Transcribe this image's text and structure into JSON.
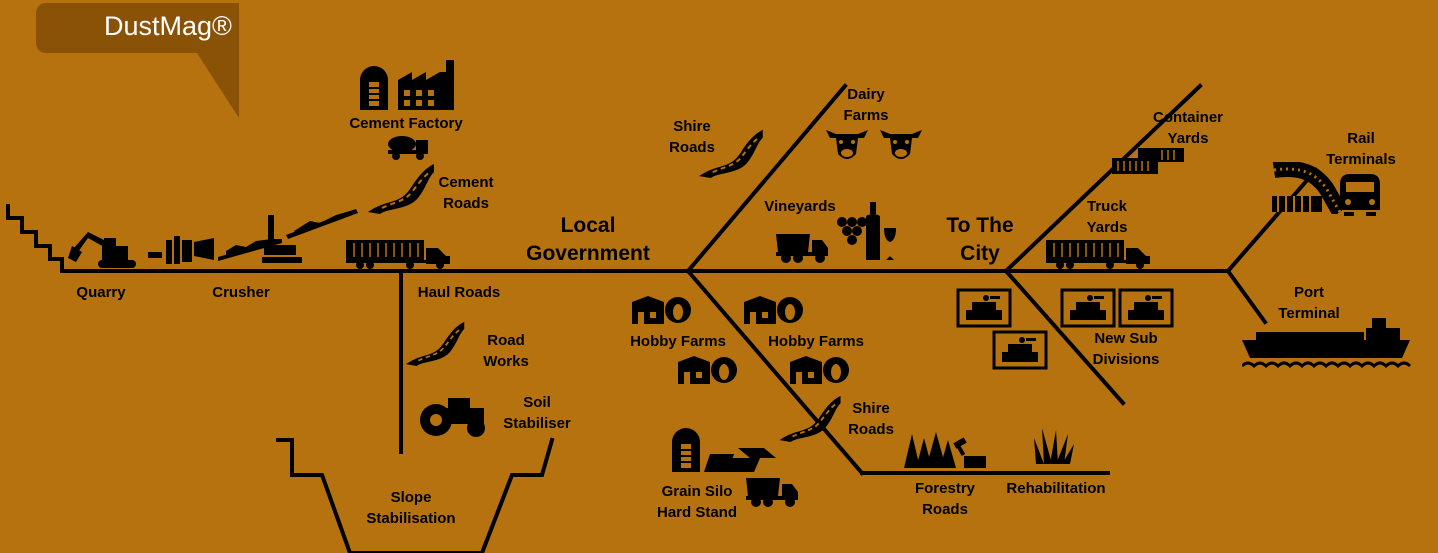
{
  "brand": {
    "name": "DustMag®"
  },
  "labels": {
    "quarry": "Quarry",
    "crusher": "Crusher",
    "cement_factory": "Cement Factory",
    "cement_roads_1": "Cement",
    "cement_roads_2": "Roads",
    "haul_roads": "Haul Roads",
    "road_works_1": "Road",
    "road_works_2": "Works",
    "soil_stabiliser_1": "Soil",
    "soil_stabiliser_2": "Stabiliser",
    "slope_stabilisation_1": "Slope",
    "slope_stabilisation_2": "Stabilisation",
    "local_government_1": "Local",
    "local_government_2": "Government",
    "shire_roads_top_1": "Shire",
    "shire_roads_top_2": "Roads",
    "dairy_farms_1": "Dairy",
    "dairy_farms_2": "Farms",
    "vineyards": "Vineyards",
    "hobby_farms_left": "Hobby Farms",
    "hobby_farms_right": "Hobby Farms",
    "shire_roads_bottom_1": "Shire",
    "shire_roads_bottom_2": "Roads",
    "grain_silo_1": "Grain Silo",
    "grain_silo_2": "Hard Stand",
    "forestry_roads_1": "Forestry",
    "forestry_roads_2": "Roads",
    "rehabilitation": "Rehabilitation",
    "to_the_city_1": "To The",
    "to_the_city_2": "City",
    "container_yards_1": "Container",
    "container_yards_2": "Yards",
    "truck_yards_1": "Truck",
    "truck_yards_2": "Yards",
    "new_sub_divisions_1": "New Sub",
    "new_sub_divisions_2": "Divisions",
    "rail_terminals_1": "Rail",
    "rail_terminals_2": "Terminals",
    "port_terminal_1": "Port",
    "port_terminal_2": "Terminal"
  },
  "colors": {
    "background": "#b5720f",
    "logo": "#8a5206",
    "ink": "#000000"
  },
  "icons": [
    "stairs-icon",
    "excavator-icon",
    "crusher-icon",
    "conveyor-icon",
    "silo-icon",
    "factory-icon",
    "cement-mixer-icon",
    "road-icon",
    "truck-trailer-icon",
    "tractor-icon",
    "cow-icon",
    "dump-truck-icon",
    "grapes-wine-icon",
    "barn-sheep-icon",
    "forest-icon",
    "grass-icon",
    "subdivision-icon",
    "train-icon",
    "ship-icon"
  ]
}
